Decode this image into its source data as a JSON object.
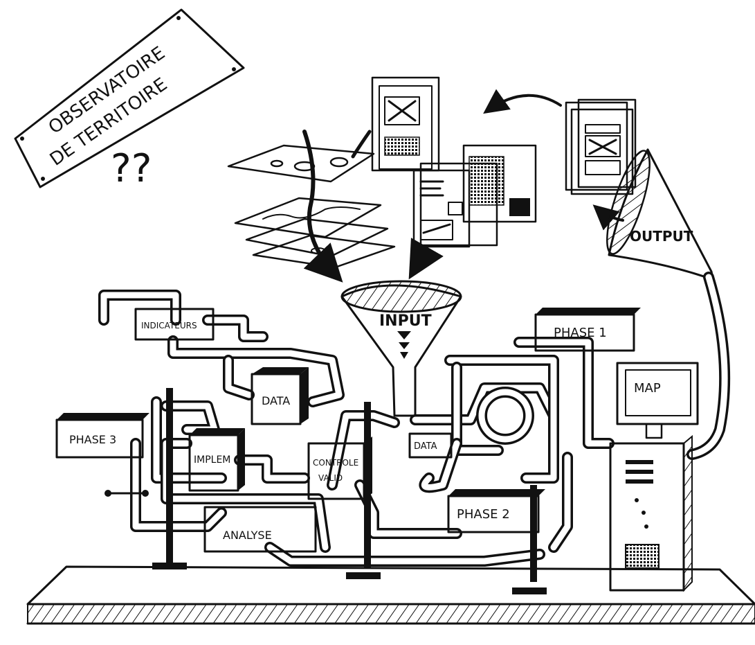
{
  "sign": {
    "line1": "OBSERVATOIRE",
    "line2": "DE  TERRITOIRE",
    "question": "??"
  },
  "funnel_input": {
    "label": "INPUT"
  },
  "funnel_output": {
    "label": "OUTPUT"
  },
  "boxes": {
    "indicateurs": "INDICATEURS",
    "data_left": "DATA",
    "implem": "IMPLEM",
    "controle_line1": "CONTROLE",
    "controle_line2": "VALID",
    "data_center": "DATA",
    "analyse": "ANALYSE",
    "phase1": "PHASE 1",
    "phase2": "PHASE 2",
    "phase3": "PHASE 3",
    "map": "MAP"
  },
  "colors": {
    "ink": "#111111",
    "paper": "#ffffff"
  }
}
